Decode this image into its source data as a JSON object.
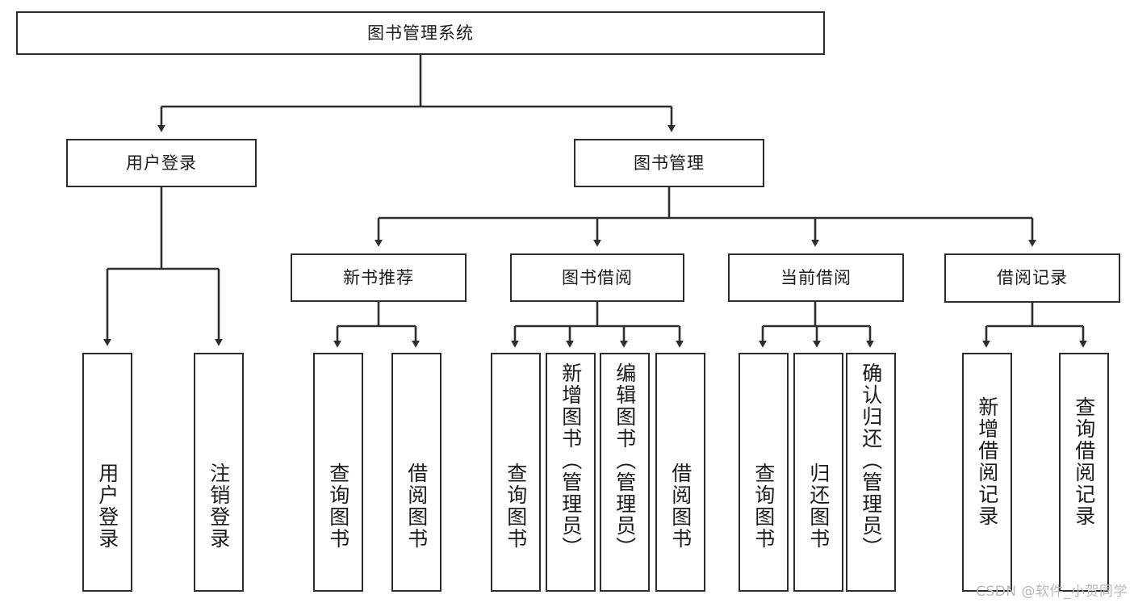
{
  "diagram": {
    "type": "tree-hierarchy-diagram",
    "title": "图书管理系统",
    "watermark": "CSDN @软件_小贺同学",
    "colors": {
      "border": "#2d2d2d",
      "background": "#ffffff",
      "text": "#1b1b1b",
      "edge": "#2d2d2d",
      "watermark": "#b9b9b9"
    },
    "nodes": {
      "root": {
        "label": "图书管理系统"
      },
      "level1": [
        {
          "id": "user-login",
          "label": "用户登录"
        },
        {
          "id": "book-manage",
          "label": "图书管理"
        }
      ],
      "level2": [
        {
          "id": "new-book-recommend",
          "label": "新书推荐"
        },
        {
          "id": "book-borrow",
          "label": "图书借阅"
        },
        {
          "id": "current-borrow",
          "label": "当前借阅"
        },
        {
          "id": "borrow-record",
          "label": "借阅记录"
        }
      ],
      "leaves": {
        "user_login": [
          {
            "id": "leaf-user-login",
            "label": "用户登录"
          },
          {
            "id": "leaf-logout-login",
            "label": "注销登录"
          }
        ],
        "new_book_recommend": [
          {
            "id": "leaf-query-book-1",
            "label": "查询图书"
          },
          {
            "id": "leaf-borrow-book-1",
            "label": "借阅图书"
          }
        ],
        "book_borrow": [
          {
            "id": "leaf-query-book-2",
            "label": "查询图书"
          },
          {
            "id": "leaf-add-book",
            "label": "新增图书（管理员）"
          },
          {
            "id": "leaf-edit-book",
            "label": "编辑图书（管理员）"
          },
          {
            "id": "leaf-borrow-book-2",
            "label": "借阅图书"
          }
        ],
        "current_borrow": [
          {
            "id": "leaf-query-book-3",
            "label": "查询图书"
          },
          {
            "id": "leaf-return-book",
            "label": "归还图书"
          },
          {
            "id": "leaf-confirm-return",
            "label": "确认归还（管理员）"
          }
        ],
        "borrow_record": [
          {
            "id": "leaf-add-record",
            "label": "新增借阅记录"
          },
          {
            "id": "leaf-query-record",
            "label": "查询借阅记录"
          }
        ]
      }
    }
  }
}
